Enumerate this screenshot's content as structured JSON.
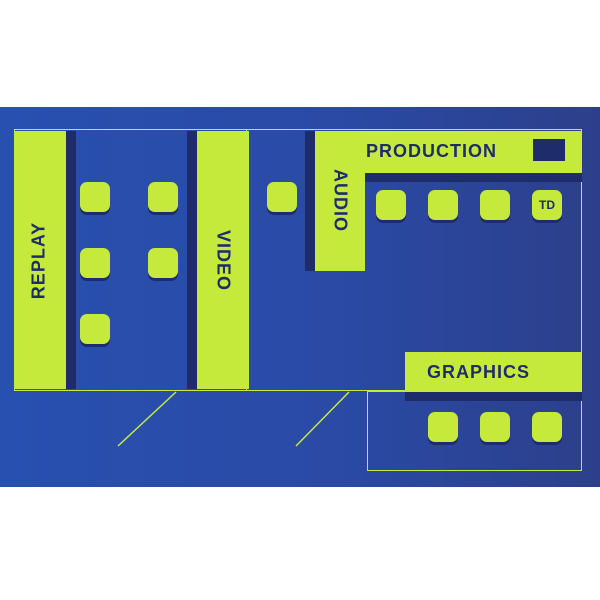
{
  "zones": {
    "replay": {
      "label": "REPLAY"
    },
    "video": {
      "label": "VIDEO"
    },
    "audio": {
      "label": "AUDIO"
    },
    "production": {
      "label": "PRODUCTION",
      "td_label": "TD"
    },
    "graphics": {
      "label": "GRAPHICS"
    }
  },
  "colors": {
    "floor": "#2850b0",
    "accent": "#c5ea3c",
    "dark": "#1e2c6b"
  }
}
